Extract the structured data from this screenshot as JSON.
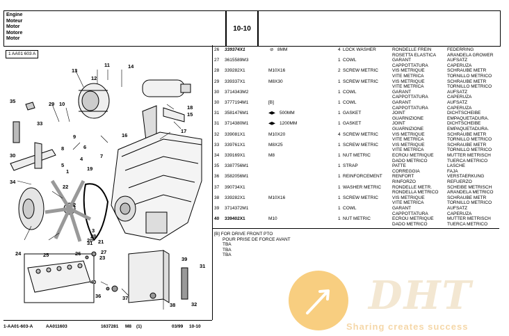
{
  "header": {
    "title_lines": [
      "Engine",
      "Moteur",
      "Motor",
      "Motore",
      "Motor"
    ],
    "section_code": "10-10",
    "reference": "1 AA01 603 A"
  },
  "parts": [
    {
      "idx": "26",
      "part": "339374X1",
      "spec": "8MM",
      "qty": "4",
      "desc": [
        "LOCK WASHER"
      ],
      "fr": [
        "RONDELLE FREIN",
        "ROSETTA ELASTICA"
      ],
      "de": [
        "FEDERRING",
        "ARANDELA GROWER"
      ],
      "bold": true,
      "icon": "diameter-icon"
    },
    {
      "idx": "27",
      "part": "3615589M3",
      "spec": "",
      "qty": "1",
      "desc": [
        "COWL"
      ],
      "fr": [
        "GARANT",
        "CAPPOTTATURA"
      ],
      "de": [
        "AUFSATZ",
        "CAPERUZA"
      ]
    },
    {
      "idx": "28",
      "part": "339282X1",
      "spec": "M10X16",
      "qty": "2",
      "desc": [
        "SCREW METRIC"
      ],
      "fr": [
        "VIS METRIQUE",
        "VITE METRICA"
      ],
      "de": [
        "SCHRAUBE METR",
        "TORNILLO METRICO"
      ]
    },
    {
      "idx": "29",
      "part": "339337X1",
      "spec": "M8X30",
      "qty": "1",
      "desc": [
        "SCREW METRIC"
      ],
      "fr": [
        "VIS METRIQUE",
        "VITE METRICA"
      ],
      "de": [
        "SCHRAUBE METR",
        "TORNILLO METRICO"
      ]
    },
    {
      "idx": "30",
      "part": "3714343M2",
      "spec": "",
      "qty": "1",
      "desc": [
        "COWL"
      ],
      "fr": [
        "GARANT",
        "CAPPOTTATURA"
      ],
      "de": [
        "AUFSATZ",
        "CAPERUZA"
      ]
    },
    {
      "idx": "30",
      "part": "3777194M1",
      "spec": "[B]",
      "qty": "1",
      "desc": [
        "COWL"
      ],
      "fr": [
        "GARANT",
        "CAPPOTTATURA"
      ],
      "de": [
        "AUFSATZ",
        "CAPERUZA"
      ]
    },
    {
      "idx": "31",
      "part": "3581476M1",
      "spec": "500MM",
      "qty": "1",
      "desc": [
        "GASKET"
      ],
      "fr": [
        "JOINT",
        "GUARNIZIONE"
      ],
      "de": [
        "DICHTSCHEIBE",
        "EMPAQUETADURA."
      ],
      "icon": "arrows-icon"
    },
    {
      "idx": "31",
      "part": "3714380M1",
      "spec": "1200MM",
      "qty": "1",
      "desc": [
        "GASKET"
      ],
      "fr": [
        "JOINT",
        "GUARNIZIONE"
      ],
      "de": [
        "DICHTSCHEIBE",
        "EMPAQUETADURA."
      ],
      "icon": "arrows-icon"
    },
    {
      "idx": "32",
      "part": "339081X1",
      "spec": "M10X20",
      "qty": "4",
      "desc": [
        "SCREW METRIC"
      ],
      "fr": [
        "VIS METRIQUE",
        "VITE METRICA"
      ],
      "de": [
        "SCHRAUBE METR",
        "TORNILLO METRICO"
      ]
    },
    {
      "idx": "33",
      "part": "339761X1",
      "spec": "M8X25",
      "qty": "1",
      "desc": [
        "SCREW METRIC"
      ],
      "fr": [
        "VIS METRIQUE",
        "VITE METRICA"
      ],
      "de": [
        "SCHRAUBE METR",
        "TORNILLO METRICO"
      ]
    },
    {
      "idx": "34",
      "part": "339169X1",
      "spec": "M8",
      "qty": "1",
      "desc": [
        "NUT METRIC"
      ],
      "fr": [
        "ECROU METRIQUE",
        "DADO METRICO"
      ],
      "de": [
        "MUTTER METRISCH",
        "TUERCA METRICO"
      ]
    },
    {
      "idx": "35",
      "part": "3387756M1",
      "spec": "",
      "qty": "1",
      "desc": [
        "STRAP"
      ],
      "fr": [
        "PATTE",
        "CORREGGIA"
      ],
      "de": [
        "LASCHE",
        "FAJA"
      ]
    },
    {
      "idx": "36",
      "part": "3582056M1",
      "spec": "",
      "qty": "1",
      "desc": [
        "REINFORCEMENT"
      ],
      "fr": [
        "RENFORT",
        "RINFORZO"
      ],
      "de": [
        "VERSTAERKUNG",
        "REFUERZO"
      ]
    },
    {
      "idx": "37",
      "part": "390734X1",
      "spec": "",
      "qty": "1",
      "desc": [
        "WASHER METRIC"
      ],
      "fr": [
        "RONDELLE METR.",
        "RONDELLA METRICO"
      ],
      "de": [
        "SCHEIBE METRISCH",
        "ARANDELA METRICO"
      ]
    },
    {
      "idx": "38",
      "part": "339282X1",
      "spec": "M10X16",
      "qty": "1",
      "desc": [
        "SCREW METRIC"
      ],
      "fr": [
        "VIS METRIQUE",
        "VITE METRICA"
      ],
      "de": [
        "SCHRAUBE METR",
        "TORNILLO METRICO"
      ]
    },
    {
      "idx": "39",
      "part": "3714372M1",
      "spec": "",
      "qty": "1",
      "desc": [
        "COWL"
      ],
      "fr": [
        "GARANT",
        "CAPPOTTATURA"
      ],
      "de": [
        "AUFSATZ",
        "CAPERUZA"
      ]
    },
    {
      "idx": "40",
      "part": "339402X1",
      "spec": "M10",
      "qty": "1",
      "desc": [
        "NUT METRIC"
      ],
      "fr": [
        "ECROU METRIQUE",
        "DADO METRICO"
      ],
      "de": [
        "MUTTER METRISCH",
        "TUERCA METRICO"
      ]
    }
  ],
  "notes": [
    "[B]    FOR DRIVE FRONT PTO",
    "POUR PRISE DE FORCE AVANT",
    "TBA",
    "TBA",
    "TBA"
  ],
  "footer": {
    "ref1": "1-AA01-603-A",
    "ref2": "AA011603",
    "code": "1637281",
    "model": "M8",
    "num": "(1)",
    "date": "03/99",
    "section": "10-10"
  },
  "callouts": [
    "13",
    "11",
    "14",
    "12",
    "35",
    "29",
    "10",
    "18",
    "15",
    "16",
    "17",
    "33",
    "9",
    "8",
    "6",
    "7",
    "30",
    "5",
    "4",
    "19",
    "1",
    "34",
    "22",
    "2",
    "3",
    "20",
    "21",
    "26",
    "31",
    "27",
    "23",
    "28",
    "24",
    "25",
    "40",
    "36",
    "37",
    "38",
    "39",
    "31",
    "32"
  ],
  "watermark": {
    "logo": "DHT",
    "text": "Sharing creates success"
  }
}
